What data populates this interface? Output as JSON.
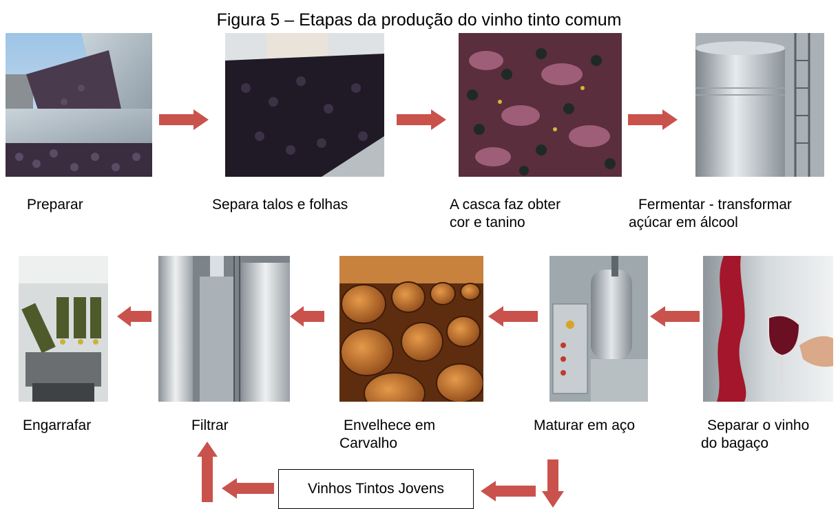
{
  "title": "Figura 5 – Etapas da produção do vinho tinto comum",
  "colors": {
    "arrow": "#c9524d",
    "box_border": "#000000"
  },
  "steps": [
    {
      "label": "Preparar",
      "image": "grapes-dumped-into-hopper-photo"
    },
    {
      "label": "Separa talos e folhas",
      "image": "grapes-on-sorting-table-photo"
    },
    {
      "label_line1": "A casca faz obter",
      "label_line2": "cor e tanino",
      "image": "crushed-grape-must-photo"
    },
    {
      "label_line1": "Fermentar - transformar",
      "label_line2": "açúcar em álcool",
      "image": "steel-fermentation-tank-photo"
    },
    {
      "label_line1": "Separar o vinho",
      "label_line2": "do bagaço",
      "image": "wine-pouring-into-glass-photo"
    },
    {
      "label": "Maturar em aço",
      "image": "steel-filter-machinery-photo"
    },
    {
      "label_line1": "Envelhece em",
      "label_line2": "Carvalho",
      "image": "oak-barrels-cellar-photo"
    },
    {
      "label": "Filtrar",
      "image": "steel-tanks-aisle-photo"
    },
    {
      "label": "Engarrafar",
      "image": "bottling-machine-photo"
    }
  ],
  "young_wines_box": "Vinhos Tintos Jovens"
}
